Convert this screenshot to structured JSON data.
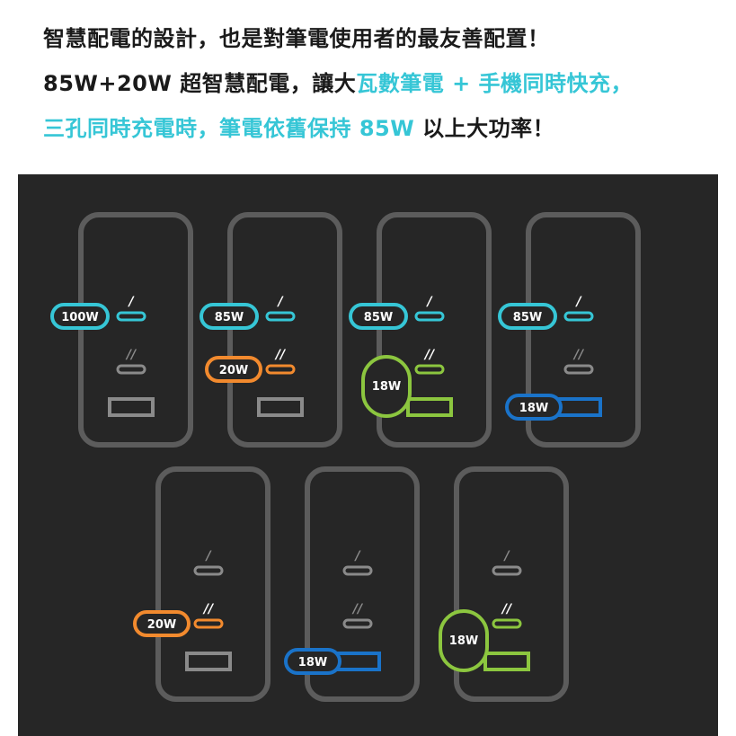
{
  "headline": {
    "line1": [
      {
        "text": "智慧配電的設計，也是對筆電使用者的最友善配置！",
        "color": "dark"
      }
    ],
    "line2": [
      {
        "text": "85W+20W 超智慧配電，讓大",
        "color": "dark"
      },
      {
        "text": "瓦數筆電 + 手機同時快充，",
        "color": "teal"
      }
    ],
    "line3": [
      {
        "text": "三孔同時充電時，筆電依舊保持",
        "color": "teal"
      },
      {
        "text": " 85W ",
        "color": "teal"
      },
      {
        "text": "以上大功率！",
        "color": "dark"
      }
    ]
  },
  "colors": {
    "dark_text": "#1a1a1a",
    "teal": "#36c6d6",
    "orange": "#f28a2e",
    "green": "#8cc63f",
    "blue": "#1a73c9",
    "panel_bg": "#262626",
    "body_outline": "#5c5c5c",
    "inactive_port": "#8a8a8a"
  },
  "port_marks": {
    "c1": "/",
    "c2": "//"
  },
  "chargers": [
    {
      "id": "charger-1",
      "active": {
        "c1": "teal"
      },
      "labels": [
        {
          "port": "c1",
          "text": "100W",
          "color": "teal"
        }
      ]
    },
    {
      "id": "charger-2",
      "active": {
        "c1": "teal",
        "c2": "orange"
      },
      "labels": [
        {
          "port": "c1",
          "text": "85W",
          "color": "teal"
        },
        {
          "port": "c2",
          "text": "20W",
          "color": "orange"
        }
      ]
    },
    {
      "id": "charger-3",
      "active": {
        "c1": "teal",
        "c2": "green",
        "usb": "green"
      },
      "labels": [
        {
          "port": "c1",
          "text": "85W",
          "color": "teal"
        },
        {
          "port": "big",
          "text": "18W",
          "color": "green"
        }
      ]
    },
    {
      "id": "charger-4",
      "active": {
        "c1": "teal",
        "usb": "blue"
      },
      "labels": [
        {
          "port": "c1",
          "text": "85W",
          "color": "teal"
        },
        {
          "port": "usb",
          "text": "18W",
          "color": "blue"
        }
      ]
    },
    {
      "id": "charger-5",
      "active": {
        "c2": "orange"
      },
      "labels": [
        {
          "port": "c2",
          "text": "20W",
          "color": "orange"
        }
      ]
    },
    {
      "id": "charger-6",
      "active": {
        "usb": "blue"
      },
      "labels": [
        {
          "port": "usb",
          "text": "18W",
          "color": "blue"
        }
      ]
    },
    {
      "id": "charger-7",
      "active": {
        "c2": "green",
        "usb": "green"
      },
      "labels": [
        {
          "port": "big",
          "text": "18W",
          "color": "green"
        }
      ]
    }
  ]
}
